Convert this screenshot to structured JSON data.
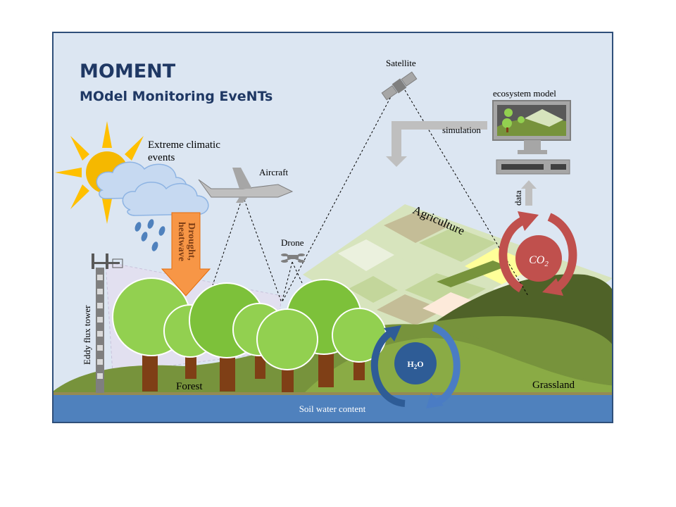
{
  "title": {
    "main": "MOMENT",
    "subtitle": "MOdel Monitoring EveNTs"
  },
  "labels": {
    "extreme_line1": "Extreme climatic",
    "extreme_line2": "events",
    "aircraft": "Aircraft",
    "satellite": "Satellite",
    "ecosystem_model": "ecosystem model",
    "simulation": "simulation",
    "data": "data",
    "drone": "Drone",
    "agriculture": "Agriculture",
    "drought_line1": "Drought,",
    "drought_line2": "heatwave",
    "eddy_flux_tower": "Eddy flux tower",
    "forest": "Forest",
    "grassland": "Grassland",
    "soil_water_content": "Soil water content"
  },
  "cycles": {
    "co2": {
      "base": "CO",
      "sub": "2"
    },
    "h2o": {
      "base": "H",
      "sub": "2",
      "tail": "O"
    }
  },
  "colors": {
    "frame_border": "#2f4f7a",
    "sky": "#dce6f2",
    "title": "#1f3864",
    "soil_water": "#4f81bd",
    "co2_cycle": "#c0504d",
    "h2o_cycle": "#2e5c96",
    "drought_arrow": "#f79646",
    "sun": "#f5b800",
    "tree_crown": "#92d050",
    "trunk": "#7f3f16",
    "cloud": "#c6d9f1",
    "rain": "#4f81bd"
  },
  "icons": [
    "sun-icon",
    "cloud-icon",
    "aircraft-icon",
    "satellite-icon",
    "drone-icon",
    "computer-icon",
    "tower-icon"
  ]
}
